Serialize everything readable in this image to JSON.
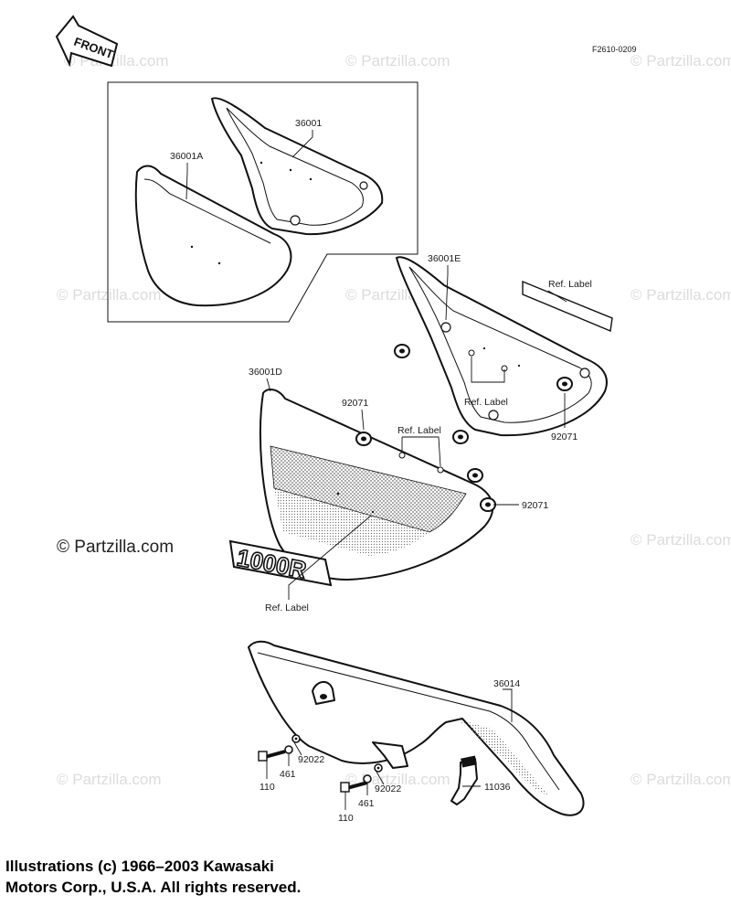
{
  "diagram_code": "F2610-0209",
  "front_badge": "FRONT",
  "watermark": "© Partzilla.com",
  "copyright_visible": "© Partzilla.com",
  "emblem_text": "1000R",
  "parts": {
    "p36001": "36001",
    "p36001A": "36001A",
    "p36001E": "36001E",
    "p36001D": "36001D",
    "p36014": "36014",
    "p11036": "11036",
    "p92071_a": "92071",
    "p92071_b": "92071",
    "p92071_c": "92071",
    "p92022_a": "92022",
    "p92022_b": "92022",
    "p461_a": "461",
    "p461_b": "461",
    "p110_a": "110",
    "p110_b": "110"
  },
  "ref_labels": {
    "top_right": "Ref. Label",
    "middle": "Ref. Label",
    "panel": "Ref. Label",
    "emblem": "Ref. Label"
  },
  "footer": {
    "line1": "Illustrations (c) 1966–2003 Kawasaki",
    "line2": "Motors Corp., U.S.A.  All rights reserved."
  }
}
